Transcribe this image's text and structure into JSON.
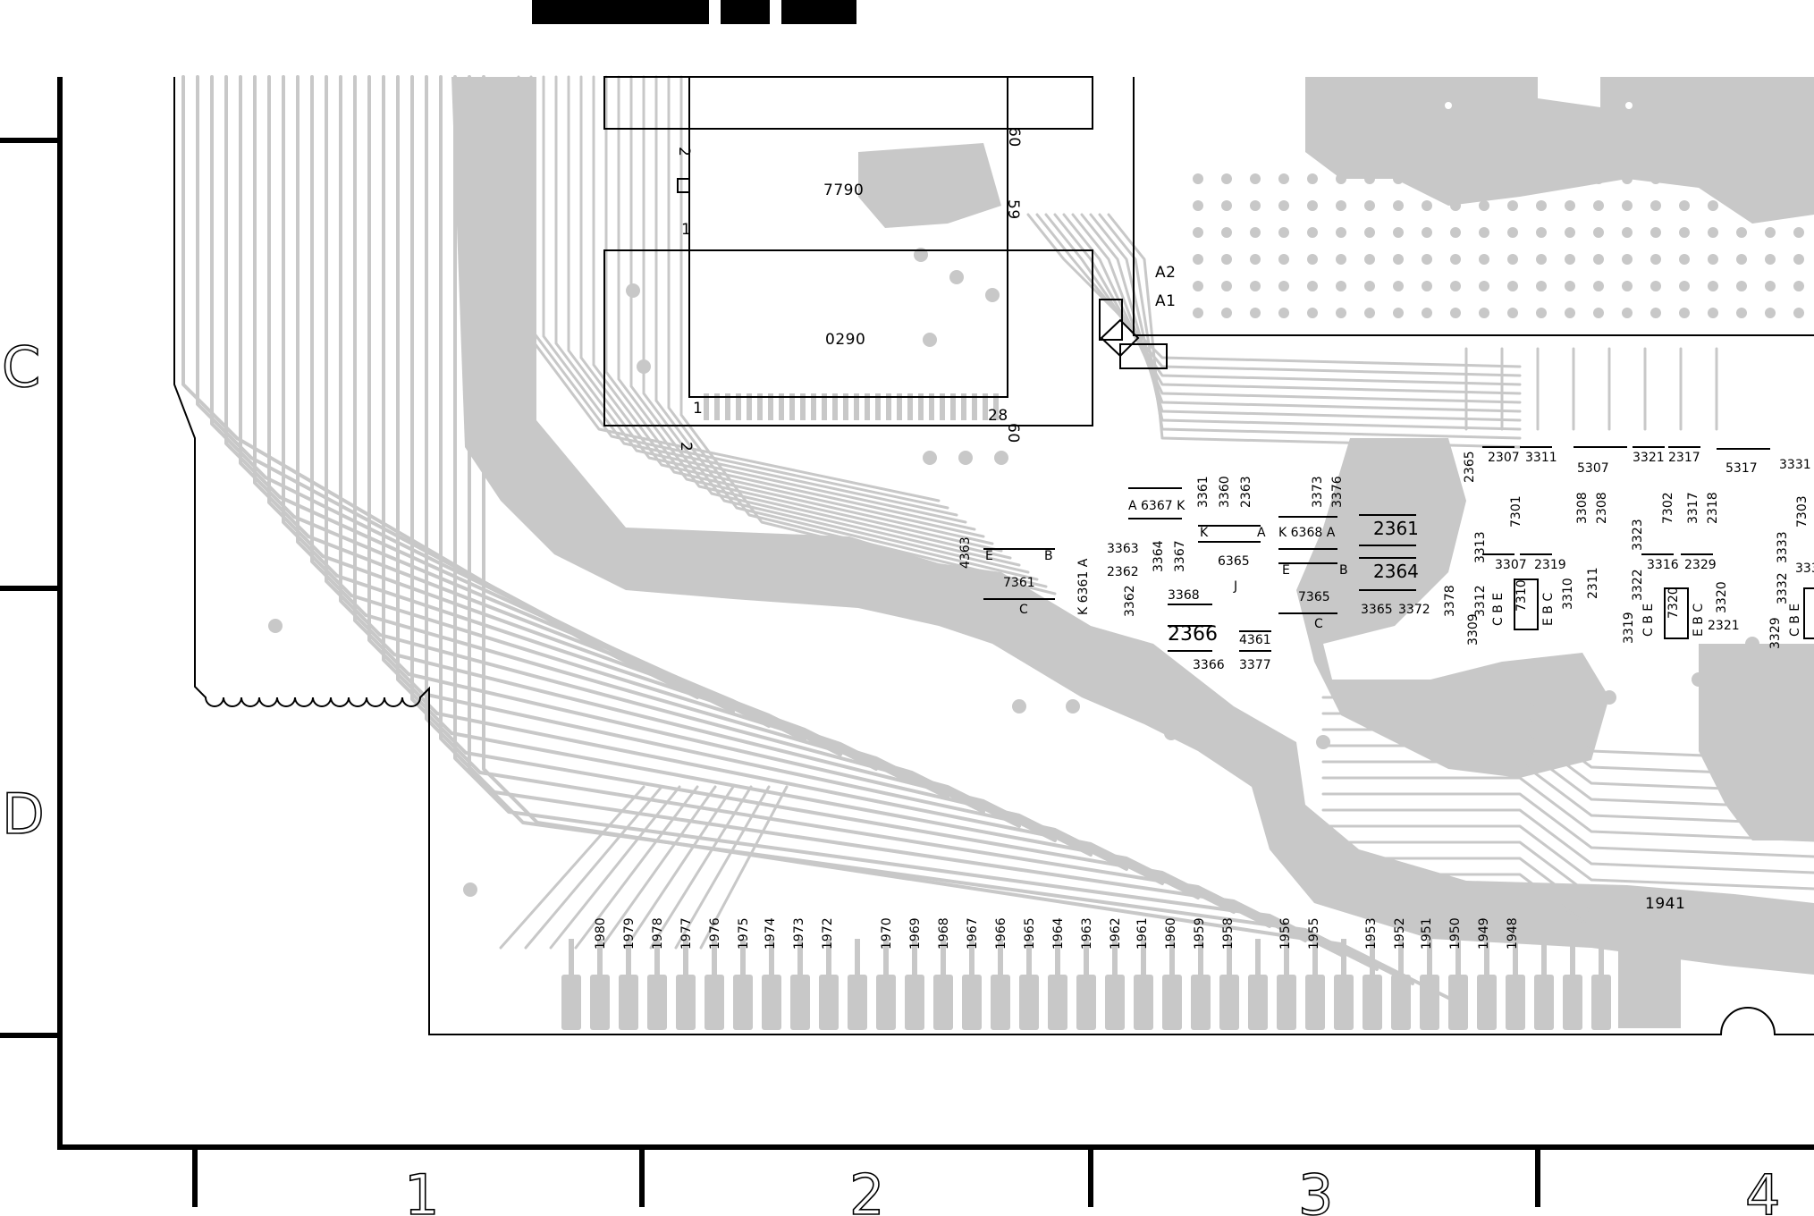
{
  "header_bar_count": 3,
  "grid": {
    "rows": [
      "C",
      "D"
    ],
    "columns": [
      "1",
      "2",
      "3",
      "4"
    ]
  },
  "components": {
    "ic_7790": "7790",
    "ic_0290": "0290",
    "ic_7790_pin_a": "2",
    "ic_7790_pin_b": "1",
    "ic_0290_pin_a": "1",
    "ic_0290_pin_b": "28",
    "conn_pin_60": "60",
    "conn_pin_59": "59",
    "conn_pin_62": "2",
    "conn_pin_60b": "60",
    "a2": "A2",
    "a1": "A1",
    "c_2365": "2365",
    "c_2307": "2307",
    "r_3311": "3311",
    "l_5307": "5307",
    "r_3321": "3321",
    "c_2317": "2317",
    "l_5317": "5317",
    "r_3331": "3331",
    "r_3361": "3361",
    "r_3360": "3360",
    "c_2363": "2363",
    "r_3373": "3373",
    "r_3376": "3376",
    "d_6367": "A 6367 K",
    "c_2361": "2361",
    "c_2364": "2364",
    "d_6368": "K 6368 A",
    "t_6365": "6365",
    "t_7361": "7361",
    "d_6361": "K 6361 A",
    "r_4363": "4363",
    "r_3363": "3363",
    "c_2362": "2362",
    "r_3364": "3364",
    "r_3367": "3367",
    "r_3362": "3362",
    "r_3368": "3368",
    "c_2366": "2366",
    "r_4361": "4361",
    "r_3366": "3366",
    "r_3377": "3377",
    "t_7365": "7365",
    "r_3365": "3365",
    "r_3372": "3372",
    "r_3378": "3378",
    "t_7301": "7301",
    "r_3308": "3308",
    "c_2308": "2308",
    "r_3313": "3313",
    "r_3312": "3312",
    "r_3309": "3309",
    "r_3307": "3307",
    "c_2319": "2319",
    "t_7310": "7310",
    "r_3310": "3310",
    "c_2311": "2311",
    "t_7302": "7302",
    "r_3323": "3323",
    "r_3322": "3322",
    "r_3319": "3319",
    "r_3316": "3316",
    "c_2329": "2329",
    "t_7320": "7320",
    "r_3320": "3320",
    "c_2321": "2321",
    "r_3317": "3317",
    "c_2318": "2318",
    "r_3333": "3333",
    "r_3332": "3332",
    "r_3329": "3329",
    "t_7303": "7303",
    "r_3336": "333",
    "pad_1941": "1941",
    "cbe": "C B E",
    "ebc": "E B C",
    "pin_e": "E",
    "pin_b": "B",
    "pin_c": "C",
    "pin_k": "K",
    "pin_a": "A",
    "pin_j": "J"
  },
  "edge_pads": [
    "1980",
    "1979",
    "1978",
    "1977",
    "1976",
    "1975",
    "1974",
    "1973",
    "1972",
    "1970",
    "1969",
    "1968",
    "1967",
    "1966",
    "1965",
    "1964",
    "1963",
    "1962",
    "1961",
    "1960",
    "1959",
    "1958",
    "1956",
    "1955",
    "1953",
    "1952",
    "1951",
    "1950",
    "1949",
    "1948"
  ],
  "colors": {
    "copper": "#c8c8c8",
    "silkscreen": "#000000",
    "background": "#ffffff"
  }
}
